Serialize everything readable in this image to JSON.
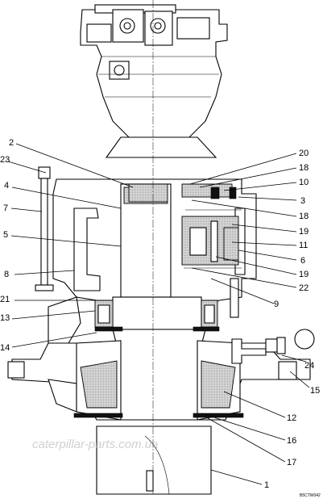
{
  "callouts": {
    "c1": "1",
    "c2": "2",
    "c3": "3",
    "c4": "4",
    "c5": "5",
    "c6": "6",
    "c7": "7",
    "c8": "8",
    "c9": "9",
    "c10": "10",
    "c11": "11",
    "c12": "12",
    "c13": "13",
    "c14": "14",
    "c15": "15",
    "c16": "16",
    "c17": "17",
    "c18a": "18",
    "c18b": "18",
    "c19a": "19",
    "c19b": "19",
    "c20": "20",
    "c21": "21",
    "c22": "22",
    "c23": "23",
    "c24": "24"
  },
  "watermark": "caterpillar-parts.com.ua",
  "drawing_code": "B5CTW042"
}
